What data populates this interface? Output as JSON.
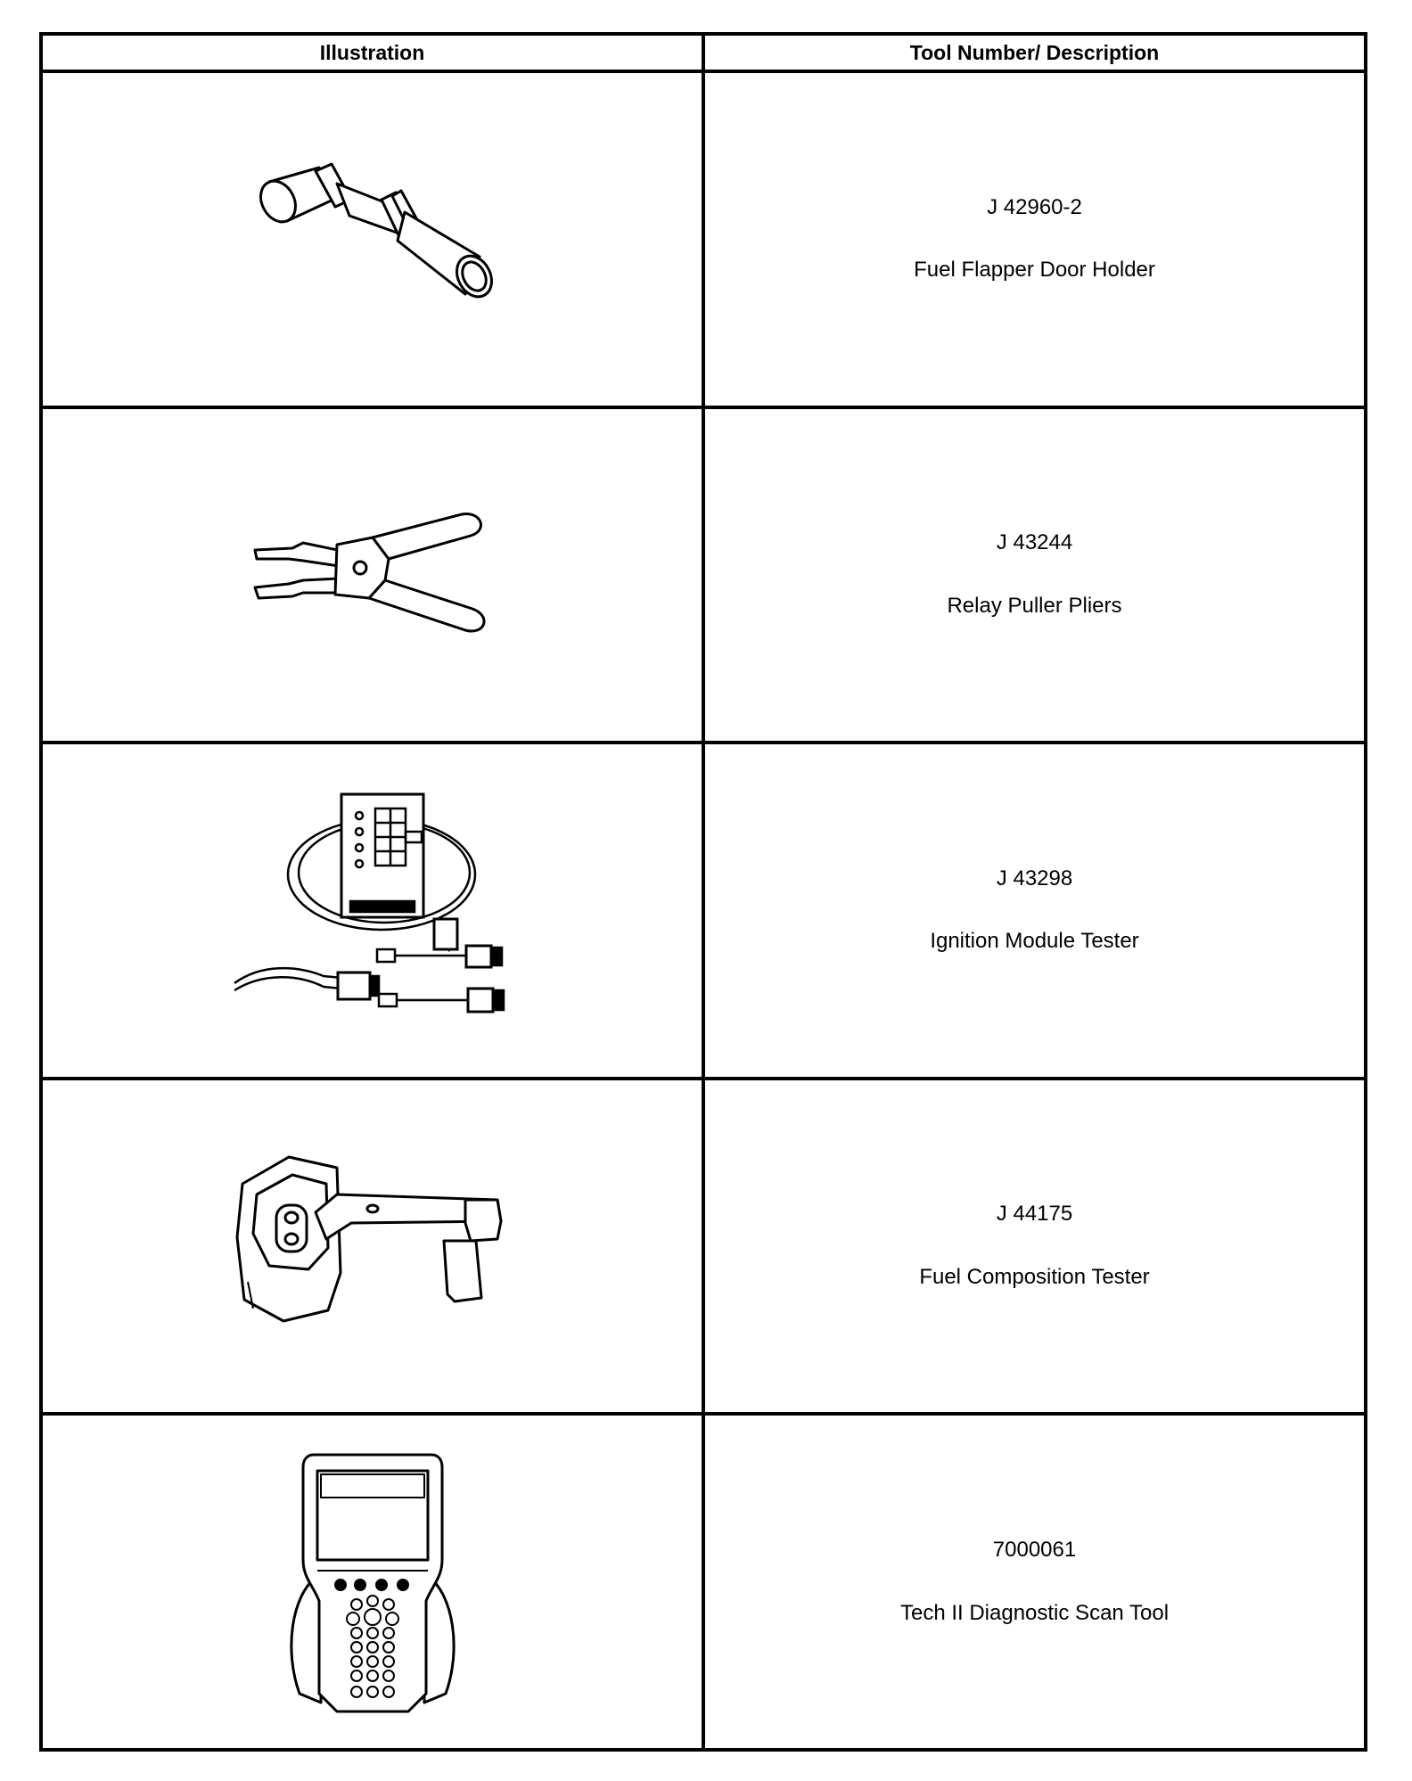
{
  "headers": {
    "illustration": "Illustration",
    "tool": "Tool Number/ Description"
  },
  "tools": [
    {
      "number": "J 42960-2",
      "description": "Fuel Flapper Door Holder",
      "icon": "flapper-door-holder-icon"
    },
    {
      "number": "J 43244",
      "description": "Relay Puller Pliers",
      "icon": "relay-puller-pliers-icon"
    },
    {
      "number": "J 43298",
      "description": "Ignition Module Tester",
      "icon": "ignition-module-tester-icon"
    },
    {
      "number": "J 44175",
      "description": "Fuel Composition Tester",
      "icon": "fuel-composition-tester-icon"
    },
    {
      "number": "7000061",
      "description": "Tech II Diagnostic Scan Tool",
      "icon": "scan-tool-icon"
    }
  ]
}
